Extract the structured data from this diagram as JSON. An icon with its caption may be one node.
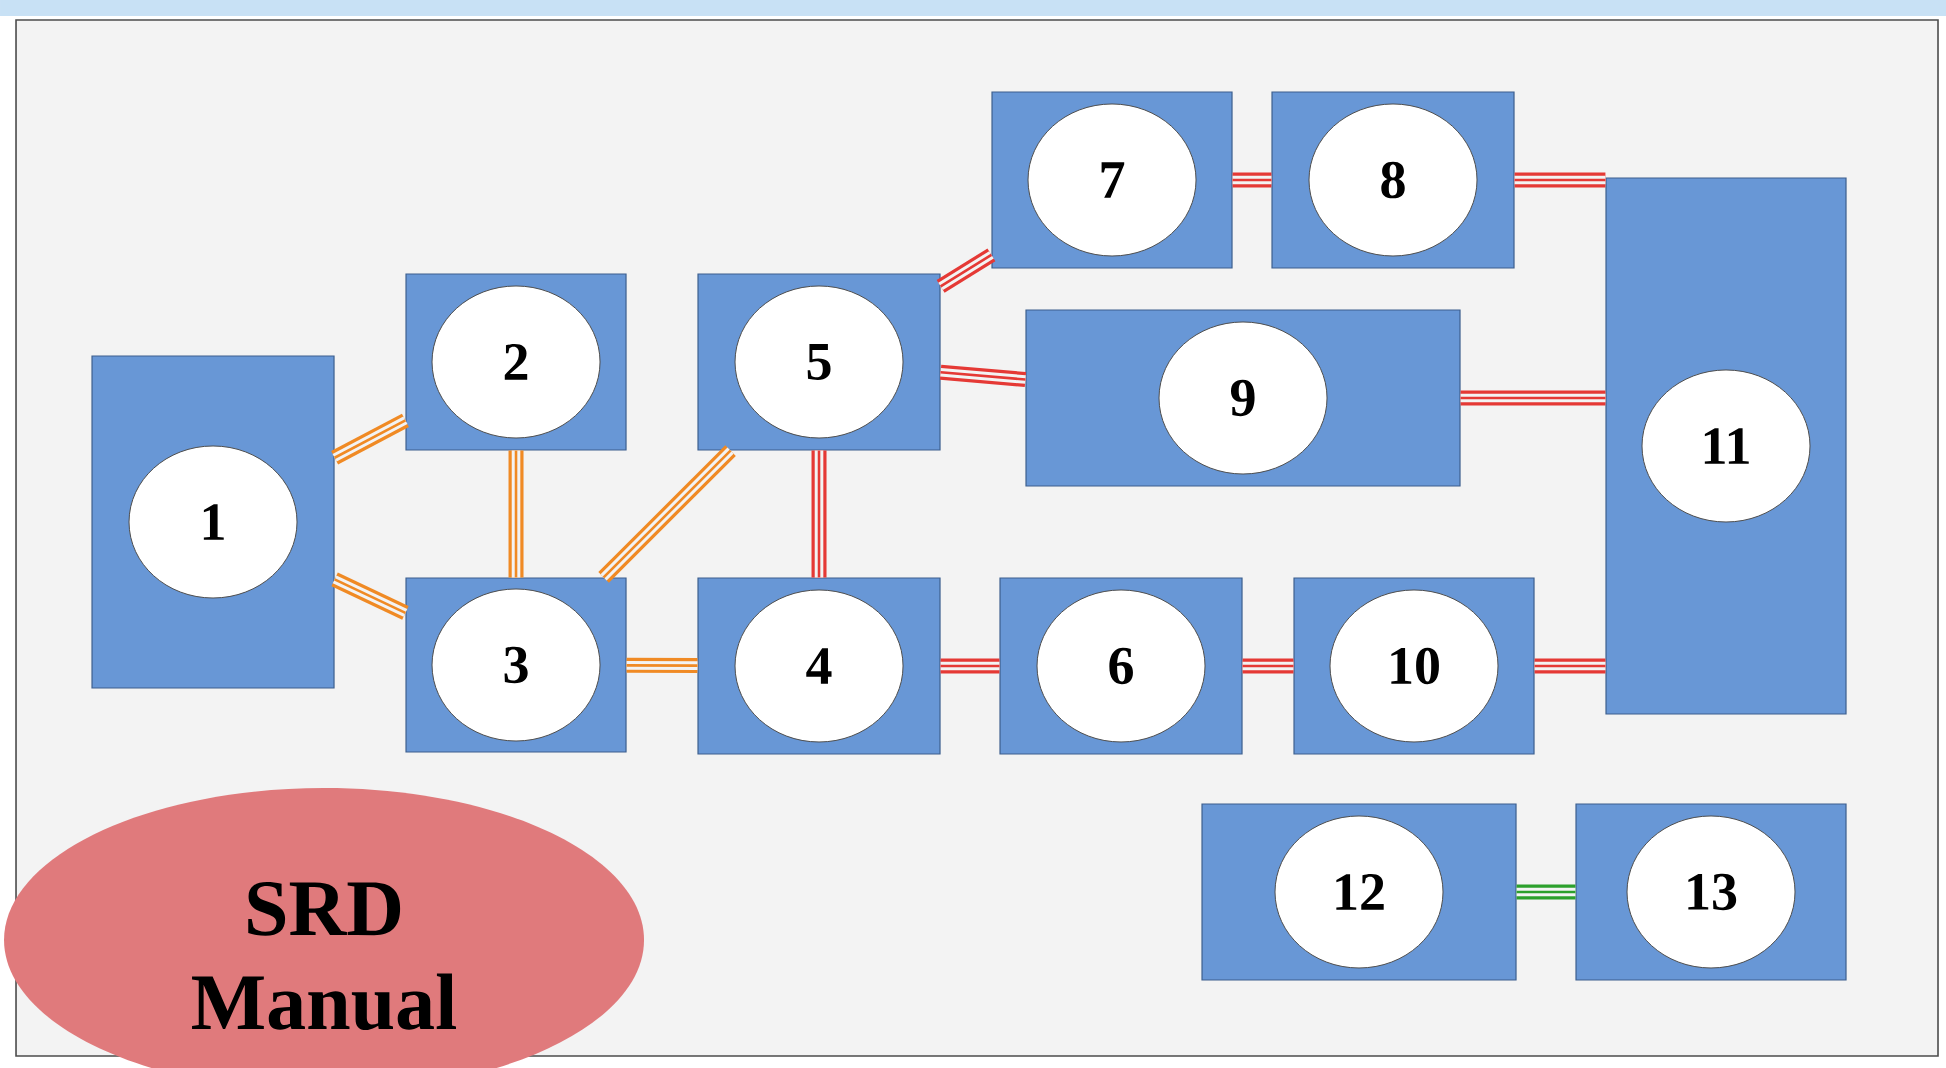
{
  "diagram": {
    "nodes": [
      {
        "text": [
          "1"
        ]
      },
      {
        "text": [
          "2"
        ]
      },
      {
        "text": [
          "3"
        ]
      },
      {
        "text": [
          "4"
        ]
      },
      {
        "text": [
          "5"
        ]
      },
      {
        "text": [
          "6"
        ]
      },
      {
        "text": [
          "7"
        ]
      },
      {
        "text": [
          "8"
        ]
      },
      {
        "text": [
          "9"
        ]
      },
      {
        "text": [
          "10"
        ]
      },
      {
        "text": [
          "11"
        ]
      },
      {
        "text": [
          "12"
        ]
      },
      {
        "text": [
          "13"
        ]
      },
      {
        "text": [
          "SRD Manual"
        ]
      }
    ],
    "edges": [
      {
        "from": 0,
        "to": 1,
        "arrow": "none",
        "color": "#f08a24"
      },
      {
        "from": 0,
        "to": 2,
        "arrow": "none",
        "color": "#f08a24"
      },
      {
        "from": 1,
        "to": 2,
        "arrow": "none",
        "color": "#f08a24"
      },
      {
        "from": 2,
        "to": 4,
        "arrow": "none",
        "color": "#f08a24"
      },
      {
        "from": 2,
        "to": 3,
        "arrow": "none",
        "color": "#f08a24"
      },
      {
        "from": 4,
        "to": 3,
        "arrow": "none"
      },
      {
        "from": 4,
        "to": 6,
        "arrow": "none"
      },
      {
        "from": 6,
        "to": 7,
        "arrow": "none"
      },
      {
        "from": 7,
        "to": 10,
        "arrow": "none"
      },
      {
        "from": 4,
        "to": 8,
        "arrow": "none"
      },
      {
        "from": 8,
        "to": 10,
        "arrow": "none"
      },
      {
        "from": 3,
        "to": 5,
        "arrow": "none"
      },
      {
        "from": 5,
        "to": 9,
        "arrow": "none"
      },
      {
        "from": 9,
        "to": 10,
        "arrow": "none"
      },
      {
        "from": 11,
        "to": 12,
        "arrow": "none",
        "color": "#2ca02c"
      }
    ]
  }
}
